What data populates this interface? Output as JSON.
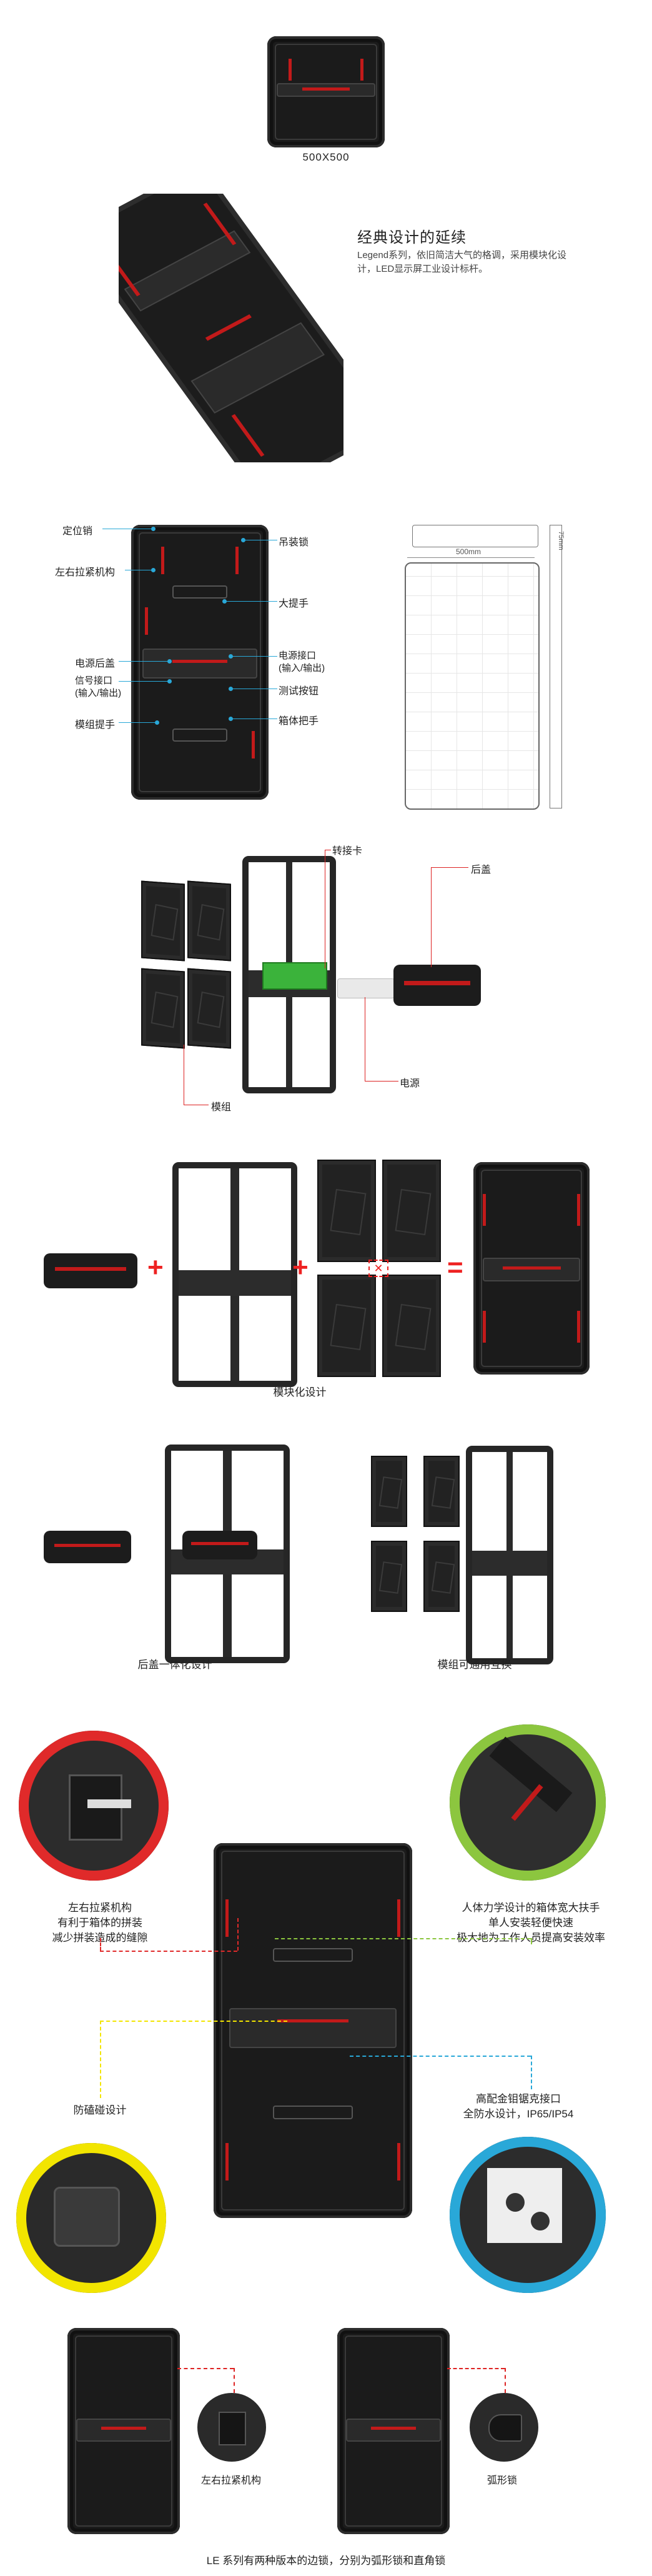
{
  "section1": {
    "size_label": "500X500"
  },
  "section2": {
    "heading": "经典设计的延续",
    "desc": "Legend系列，依旧简洁大气的格调，采用模块化设计，LED显示屏工业设计标杆。"
  },
  "section3": {
    "left_labels": [
      "定位销",
      "左右拉紧机构",
      "电源后盖",
      "信号接口\n(输入/输出)",
      "模组提手"
    ],
    "right_labels": [
      "吊装锁",
      "大提手",
      "电源接口\n(输入/输出)",
      "测试按钮",
      "箱体把手"
    ],
    "dim_width": "500mm",
    "dim_depth": "75mm"
  },
  "section4": {
    "label_card": "转接卡",
    "label_cover": "后盖",
    "label_power": "电源",
    "label_module": "模组"
  },
  "section5": {
    "plus1": "+",
    "plus2": "+",
    "equals": "=",
    "caption": "模块化设计"
  },
  "section6": {
    "caption_left": "后盖一体化设计",
    "caption_right": "模组可通用互换"
  },
  "section7": {
    "callout_tl": "左右拉紧机构\n有利于箱体的拼装\n减少拼装造成的缝隙",
    "callout_tr": "人体力学设计的箱体宽大扶手\n单人安装轻便快速\n极大地为工作人员提高安装效率",
    "callout_bl": "防磕碰设计",
    "callout_br": "高配金钼锯克接口\n全防水设计，IP65/IP54",
    "colors": {
      "red": "#e02a2a",
      "green": "#8cc63f",
      "yellow": "#f2e500",
      "blue": "#29a8d8"
    }
  },
  "section8": {
    "label_left": "左右拉紧机构",
    "label_right": "弧形锁",
    "footer": "LE 系列有两种版本的边锁，分别为弧形锁和直角锁"
  }
}
